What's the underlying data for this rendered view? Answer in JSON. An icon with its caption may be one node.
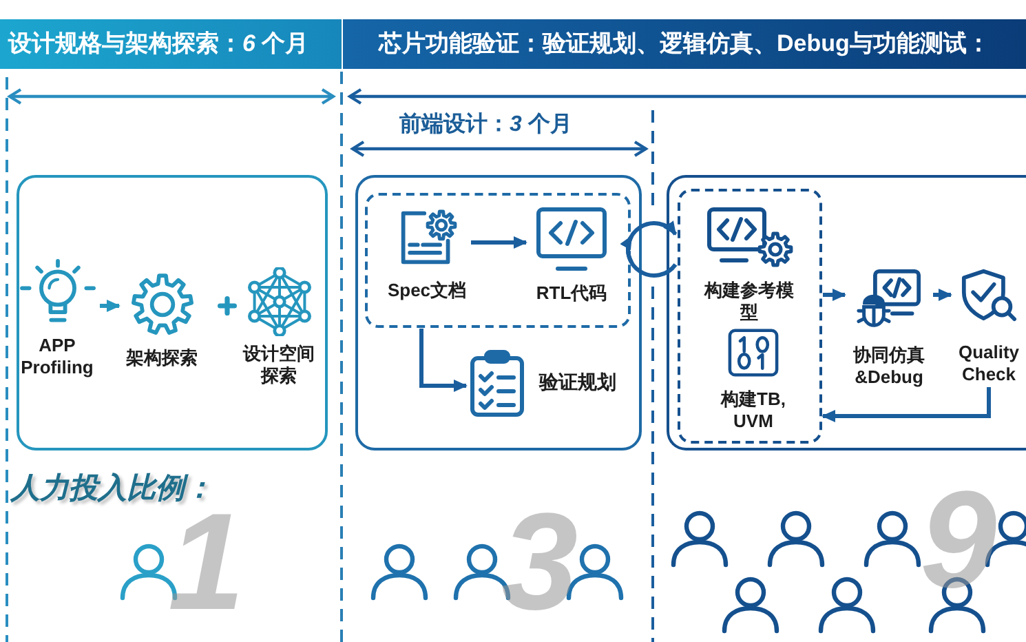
{
  "diagram": {
    "nodes": [
      {
        "text": [
          "设计规格与架构探索：*6* 个月"
        ]
      },
      {
        "text": [
          "芯片功能验证：验证规划、逻辑仿真、Debug与功能测试："
        ]
      },
      {
        "text": [],
        "shape": "box"
      },
      {
        "text": [
          "APP Profiling"
        ],
        "in": 2
      },
      {
        "text": [
          "架构探索"
        ],
        "in": 2
      },
      {
        "text": [
          "设计空间探索"
        ],
        "in": 2
      },
      {
        "text": [],
        "shape": "box"
      },
      {
        "text": [],
        "shape": "box",
        "in": 6
      },
      {
        "text": [
          "Spec文档"
        ],
        "in": 7
      },
      {
        "text": [
          "RTL代码"
        ],
        "in": 7
      },
      {
        "text": [
          "验证规划"
        ],
        "in": 6
      },
      {
        "text": [],
        "shape": "box"
      },
      {
        "text": [],
        "shape": "box",
        "in": 11
      },
      {
        "text": [
          "构建参考模型"
        ],
        "in": 12
      },
      {
        "text": [
          "构建TB, UVM"
        ],
        "in": 12
      },
      {
        "text": [
          "协同仿真&Debug"
        ],
        "in": 11
      },
      {
        "text": [
          "Quality Check"
        ],
        "in": 11
      }
    ],
    "edges": [
      {
        "from": 3,
        "to": 4,
        "arrow": "to",
        "color": "#2596be"
      },
      {
        "from": 8,
        "to": 9,
        "arrow": "to"
      },
      {
        "from": 7,
        "to": 10,
        "arrow": "to"
      },
      {
        "from": 12,
        "to": 15,
        "arrow": "to"
      },
      {
        "from": 15,
        "to": 16,
        "arrow": "to"
      },
      {
        "from": 16,
        "to": 12,
        "arrow": "to"
      },
      {
        "from": 7,
        "to": 12,
        "arrow": "to"
      },
      {
        "from": 12,
        "to": 7,
        "arrow": "to"
      }
    ],
    "labels": [
      "前端设计：*3* 个月",
      "人力投入比例：",
      "1",
      "3",
      "9"
    ]
  }
}
